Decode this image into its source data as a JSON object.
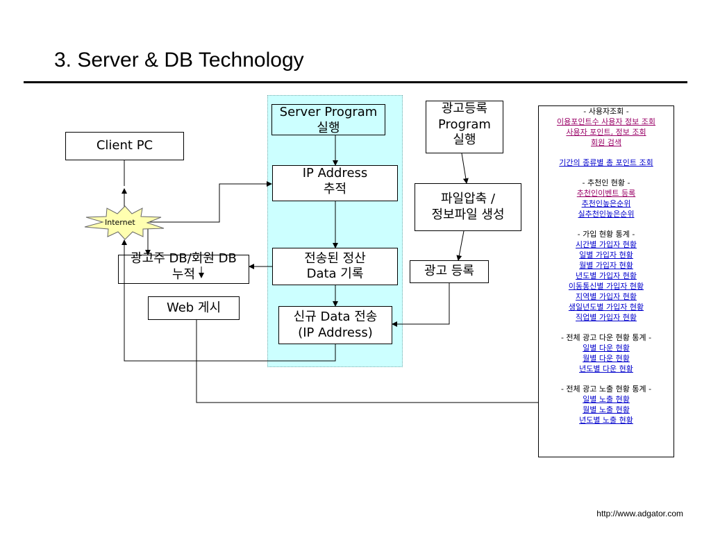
{
  "title": "3. Server & DB Technology",
  "footer": "http://www.adgator.com",
  "nodes": {
    "client_pc": "Client PC",
    "internet": "Internet",
    "server_program": [
      "Server Program",
      "실행"
    ],
    "ip_address": [
      "IP Address",
      "추적"
    ],
    "data_record": [
      "전송된 정산",
      "Data 기록"
    ],
    "new_data": [
      "신규 Data 전송",
      "(IP Address)"
    ],
    "ad_register_program": [
      "광고등록",
      "Program",
      "실행"
    ],
    "file_compress": [
      "파일압축 /",
      "정보파일 생성"
    ],
    "ad_register": "광고 등록",
    "advertiser_db": [
      "광고주 DB/회원 DB",
      "누적"
    ],
    "web_post": "Web 게시"
  },
  "panel": [
    {
      "type": "header",
      "text": "- 사용자조회 -"
    },
    {
      "type": "link",
      "text": "이용포인트수 사용자 정보 조회",
      "style": "pink"
    },
    {
      "type": "link",
      "text": "사용자 포인트, 정보 조회",
      "style": "pink"
    },
    {
      "type": "link",
      "text": "회원 검색",
      "style": "pink"
    },
    {
      "type": "gap"
    },
    {
      "type": "link",
      "text": "기간의 종류별 총 포인트 조회",
      "style": "blue"
    },
    {
      "type": "gap"
    },
    {
      "type": "header",
      "text": "- 추천인 현황 -"
    },
    {
      "type": "link",
      "text": "추천인이벤트 등록",
      "style": "pink"
    },
    {
      "type": "link",
      "text": "추천인높은순위",
      "style": "blue"
    },
    {
      "type": "link",
      "text": "실추천인높은순위",
      "style": "blue"
    },
    {
      "type": "gap"
    },
    {
      "type": "header",
      "text": "- 가입 현황 통계 -"
    },
    {
      "type": "link",
      "text": "시간별 가입자 현황",
      "style": "blue"
    },
    {
      "type": "link",
      "text": "일별 가입자 현황",
      "style": "blue"
    },
    {
      "type": "link",
      "text": "월별 가입자 현황",
      "style": "blue"
    },
    {
      "type": "link",
      "text": "년도별 가입자 현황",
      "style": "blue"
    },
    {
      "type": "link",
      "text": "이동통신별 가입자 현황",
      "style": "blue"
    },
    {
      "type": "link",
      "text": "지역별 가입자 현황",
      "style": "blue"
    },
    {
      "type": "link",
      "text": "생일년도별 가입자 현황",
      "style": "blue"
    },
    {
      "type": "link",
      "text": "직업별 가입자 현황",
      "style": "blue"
    },
    {
      "type": "gap"
    },
    {
      "type": "header",
      "text": "- 전체 광고 다운 현황 통계 -"
    },
    {
      "type": "link",
      "text": "일별 다운 현황",
      "style": "blue"
    },
    {
      "type": "link",
      "text": "월별 다운 현황",
      "style": "blue"
    },
    {
      "type": "link",
      "text": "년도별 다운 현황",
      "style": "blue"
    },
    {
      "type": "gap"
    },
    {
      "type": "header",
      "text": "- 전체 광고 노출 현황 통계 -"
    },
    {
      "type": "link",
      "text": "일별 노출 현황",
      "style": "blue"
    },
    {
      "type": "link",
      "text": "월별 노출 현황",
      "style": "blue"
    },
    {
      "type": "link",
      "text": "년도별 노출 현황",
      "style": "blue"
    }
  ]
}
